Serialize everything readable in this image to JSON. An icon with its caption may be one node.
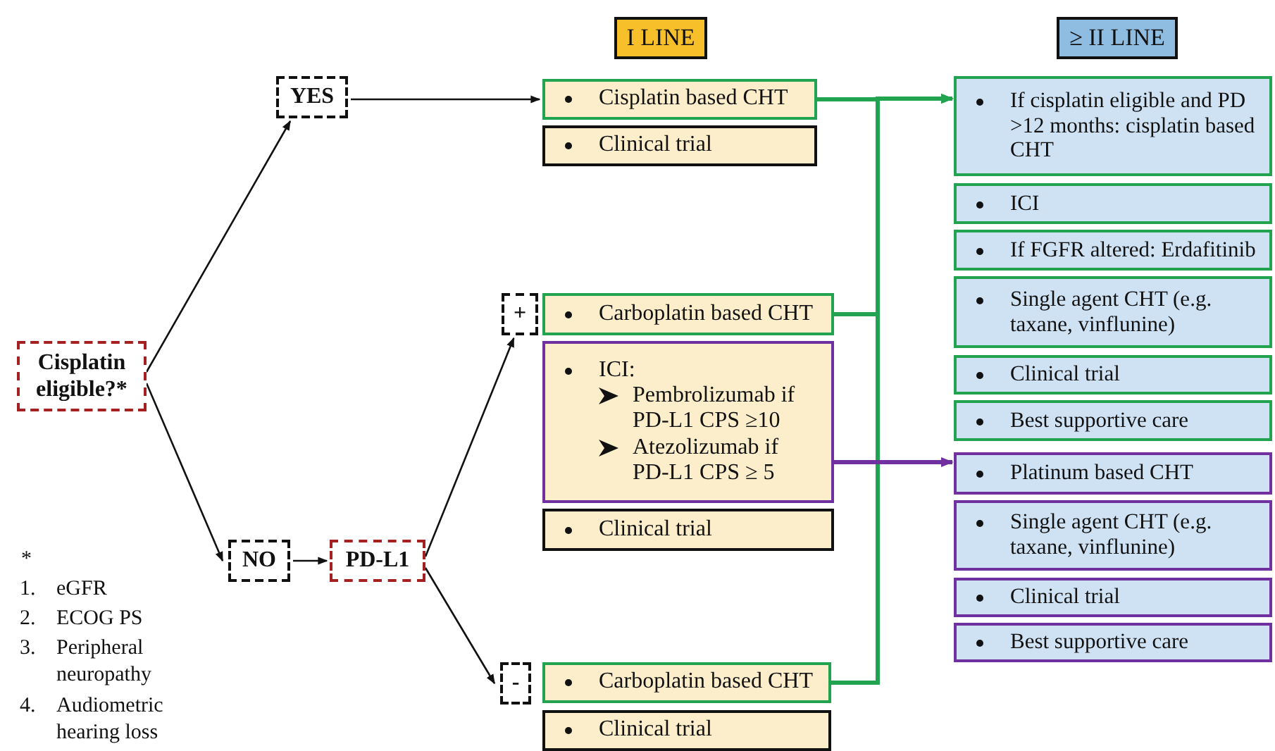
{
  "diagram": {
    "nodes": [
      {
        "text": [
          "I LINE"
        ]
      },
      {
        "text": [
          "≥ II LINE"
        ]
      },
      {
        "text": [
          "Cisplatin eligible?*"
        ]
      },
      {
        "text": [
          "YES"
        ]
      },
      {
        "text": [
          "NO"
        ]
      },
      {
        "text": [
          "PD-L1"
        ]
      },
      {
        "text": [
          "+"
        ]
      },
      {
        "text": [
          "-"
        ]
      },
      {
        "text": [
          "Cisplatin based CHT"
        ]
      },
      {
        "text": [
          "Clinical trial"
        ]
      },
      {
        "text": [
          "Carboplatin based CHT"
        ]
      },
      {
        "text": [
          "ICI:",
          "Pembrolizumab if PD-L1 CPS ≥10",
          "Atezolizumab if PD-L1 CPS ≥ 5"
        ]
      },
      {
        "text": [
          "Clinical trial"
        ]
      },
      {
        "text": [
          "Carboplatin based CHT"
        ]
      },
      {
        "text": [
          "Clinical trial"
        ]
      },
      {
        "text": [
          "If cisplatin eligible and PD >12 months: cisplatin based CHT"
        ]
      },
      {
        "text": [
          "ICI"
        ]
      },
      {
        "text": [
          "If FGFR altered: Erdafitinib"
        ]
      },
      {
        "text": [
          "Single agent CHT (e.g. taxane, vinflunine)"
        ]
      },
      {
        "text": [
          "Clinical trial"
        ]
      },
      {
        "text": [
          "Best supportive care"
        ]
      },
      {
        "text": [
          "Platinum based CHT"
        ]
      },
      {
        "text": [
          "Single agent CHT (e.g. taxane, vinflunine)"
        ]
      },
      {
        "text": [
          "Clinical trial"
        ]
      },
      {
        "text": [
          "Best supportive care"
        ]
      }
    ],
    "edges": [
      {
        "from": 2,
        "to": 3,
        "arrow": "to"
      },
      {
        "from": 2,
        "to": 4,
        "arrow": "to"
      },
      {
        "from": 3,
        "to": 8,
        "arrow": "to"
      },
      {
        "from": 4,
        "to": 5,
        "arrow": "to"
      },
      {
        "from": 5,
        "to": 6,
        "arrow": "to"
      },
      {
        "from": 5,
        "to": 7,
        "arrow": "to"
      },
      {
        "from": 8,
        "to": 15,
        "arrow": "to",
        "style": "thick",
        "color": "#22a350"
      },
      {
        "from": 10,
        "to": 15,
        "arrow": "to",
        "style": "thick",
        "color": "#22a350"
      },
      {
        "from": 13,
        "to": 15,
        "arrow": "to",
        "style": "thick",
        "color": "#22a350"
      },
      {
        "from": 11,
        "to": 21,
        "arrow": "to",
        "style": "thick",
        "color": "#7030a0"
      }
    ],
    "labels": [
      "*",
      "1.",
      "eGFR",
      "2.",
      "ECOG PS",
      "3.",
      "Peripheral neuropathy",
      "4.",
      "Audiometric hearing loss"
    ]
  }
}
